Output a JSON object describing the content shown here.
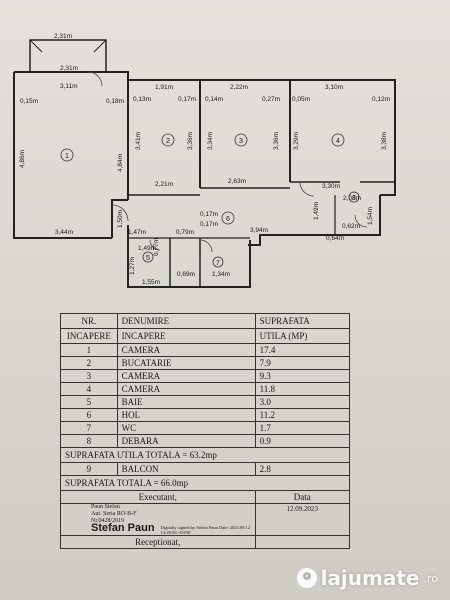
{
  "plan": {
    "balcony_width": "2,31m",
    "balcony_inner": "2,31m",
    "room1_top": "3,11m",
    "room1_left_top": "0,15m",
    "room1_height": "4,86m",
    "room1_right_height": "4,84m",
    "room1_bottom": "3,44m",
    "room1_label": "1",
    "wall_018": "0,18m",
    "room2_top": "1,91m",
    "room2_left": "0,13m",
    "room2_side": "3,41m",
    "room2_bottom": "2,21m",
    "room2_label": "2",
    "wall_017": "0,17m",
    "room3_top": "2,22m",
    "room3_left": "0,14m",
    "room3_side": "3,36m",
    "room3_right": "3,34m",
    "room3_bottom": "2,63m",
    "room3_label": "3",
    "wall_027": "0,27m",
    "wall_005": "0,05m",
    "room4_top": "3,10m",
    "room4_right": "0,12m",
    "room4_side": "3,36m",
    "room4_side2": "3,29m",
    "room4_far": "3,38m",
    "room4_bottom": "3,30m",
    "room4_label": "4",
    "hol_label": "6",
    "hol_dim1": "0,17m",
    "hol_dim2": "3,94m",
    "hol_dim3": "1,50m",
    "hol_dim4": "0,79m",
    "hol_dim5": "0,17m",
    "hol_dim6": "2,03m",
    "hol_dim7": "1,49m",
    "hol_dim8": "0,62m",
    "hol_dim9": "0,64m",
    "room5_label": "5",
    "room5_a": "1,47m",
    "room5_b": "1,49m",
    "room5_c": "1,27m",
    "room5_d": "1,55m",
    "room5_e": "0,77m",
    "room7_label": "7",
    "room7_a": "0,69m",
    "room7_b": "1,34m",
    "room8_label": "8",
    "room8_a": "1,54m"
  },
  "table": {
    "headers": [
      [
        "NR.",
        "DENUMIRE",
        "SUPRAFATA"
      ],
      [
        "INCAPERE",
        "INCAPERE",
        "UTILA (mp)"
      ]
    ],
    "rows": [
      [
        "1",
        "CAMERA",
        "17.4"
      ],
      [
        "2",
        "BUCATARIE",
        "7.9"
      ],
      [
        "3",
        "CAMERA",
        "9.3"
      ],
      [
        "4",
        "CAMERA",
        "11.8"
      ],
      [
        "5",
        "BAIE",
        "3.0"
      ],
      [
        "6",
        "HOL",
        "11.2"
      ],
      [
        "7",
        "WC",
        "1.7"
      ],
      [
        "8",
        "DEBARA",
        "0.9"
      ]
    ],
    "total_useful": "SUPRAFATA UTILA TOTALA = 63.2mp",
    "balcony_row": [
      "9",
      "BALCON",
      "2.8"
    ],
    "total": "SUPRAFATA TOTALA = 66.0mp",
    "executant_label": "Executant,",
    "data_label": "Data",
    "stamp_line1": "Paun Stefan",
    "stamp_line2": "Aut. Seria RO-B-F",
    "stamp_line3": "Nr.0428/2019",
    "stamp_name": "Stefan Paun",
    "digital_sign": "Digitally signed by Stefan Paun Date: 2023.09.12 14:20:56 +03'00'",
    "date_value": "12.09.2023",
    "receptionat_label": "Receptionat,"
  },
  "watermark": {
    "brand": "lajumate",
    "suffix": ".ro"
  }
}
